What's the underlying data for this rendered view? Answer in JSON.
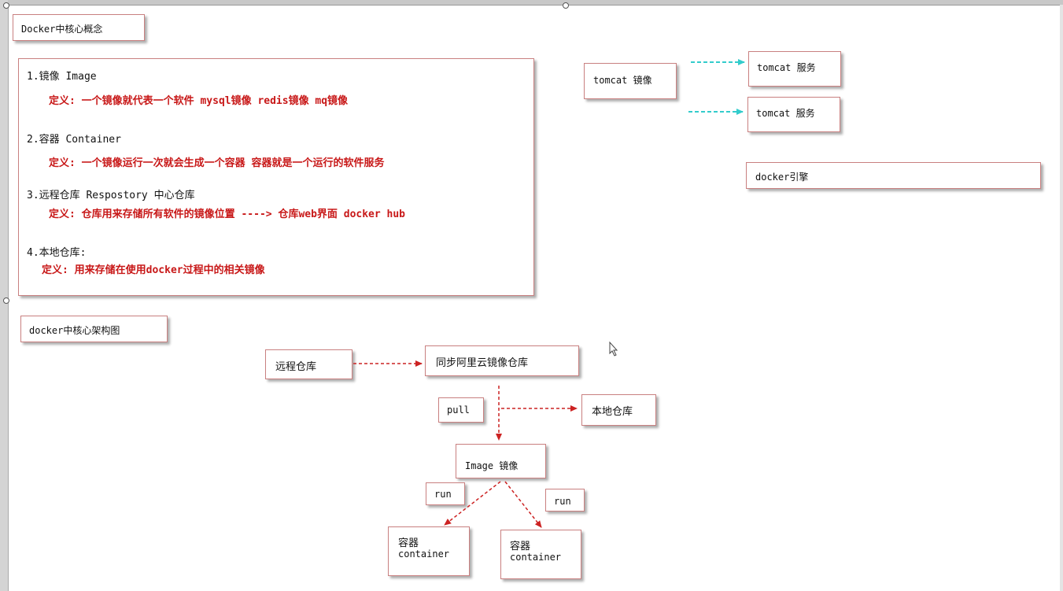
{
  "concepts_title": "Docker中核心概念",
  "concepts": {
    "item1_title": "1.镜像  Image",
    "item1_def": "定义: 一个镜像就代表一个软件 mysql镜像  redis镜像  mq镜像",
    "item2_title": "2.容器  Container",
    "item2_def": "定义: 一个镜像运行一次就会生成一个容器  容器就是一个运行的软件服务",
    "item3_title": "3.远程仓库  Respostory 中心仓库",
    "item3_def": "定义: 仓库用来存储所有软件的镜像位置  ---->  仓库web界面 docker hub",
    "item4_title": "4.本地仓库:",
    "item4_def": "定义: 用来存储在使用docker过程中的相关镜像"
  },
  "tomcat_image": "tomcat 镜像",
  "tomcat_service_1": "tomcat 服务",
  "tomcat_service_2": "tomcat 服务",
  "docker_engine": "docker引擎",
  "arch_title": "docker中核心架构图",
  "diagram": {
    "remote_repo": "远程仓库",
    "aliyun_mirror": "同步阿里云镜像仓库",
    "pull": "pull",
    "local_repo": "本地仓库",
    "image": "Image 镜像",
    "run_left": "run",
    "run_right": "run",
    "container_left_cn": "容器",
    "container_left_en": "container",
    "container_right_cn": "容器",
    "container_right_en": "container"
  },
  "colors": {
    "arrow_red": "#cc2222",
    "arrow_cyan": "#33cccc",
    "text_red": "#c81818"
  }
}
